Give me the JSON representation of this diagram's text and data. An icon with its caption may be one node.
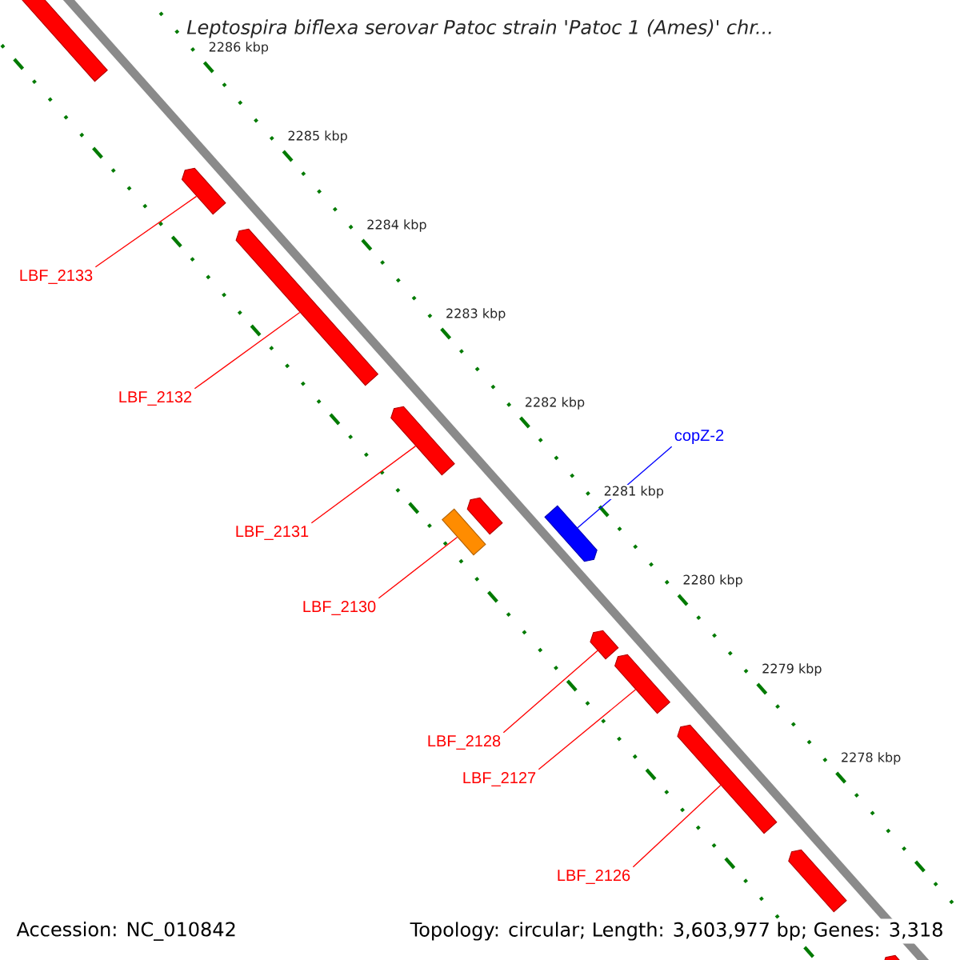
{
  "diagram": {
    "title": "Leptospira biflexa serovar Patoc strain 'Patoc 1 (Ames)' chr...",
    "nodes": [
      {
        "text": [
          "LBF_2133"
        ]
      },
      {
        "text": [],
        "shape": "bar"
      },
      {
        "text": [
          "LBF_2132"
        ]
      },
      {
        "text": [],
        "shape": "bar"
      },
      {
        "text": [
          "LBF_2131"
        ]
      },
      {
        "text": [],
        "shape": "bar"
      },
      {
        "text": [
          "LBF_2130"
        ]
      },
      {
        "text": [],
        "shape": "bar"
      },
      {
        "text": [
          "copZ-2"
        ]
      },
      {
        "text": [],
        "shape": "bar"
      },
      {
        "text": [
          "LBF_2128"
        ]
      },
      {
        "text": [],
        "shape": "bar"
      },
      {
        "text": [
          "LBF_2127"
        ]
      },
      {
        "text": [],
        "shape": "bar"
      },
      {
        "text": [
          "LBF_2126"
        ]
      },
      {
        "text": [],
        "shape": "bar"
      },
      {
        "text": [],
        "shape": "bar"
      },
      {
        "text": [],
        "shape": "bar"
      },
      {
        "text": [],
        "shape": "bar"
      },
      {
        "text": [],
        "shape": "bar"
      }
    ],
    "edges": [
      {
        "from": 0,
        "to": 1,
        "arrow": "none"
      },
      {
        "from": 2,
        "to": 3,
        "arrow": "none"
      },
      {
        "from": 4,
        "to": 5,
        "arrow": "none"
      },
      {
        "from": 6,
        "to": 7,
        "arrow": "none"
      },
      {
        "from": 8,
        "to": 9,
        "arrow": "none",
        "color": "#0000ff"
      },
      {
        "from": 10,
        "to": 11,
        "arrow": "none"
      },
      {
        "from": 12,
        "to": 13,
        "arrow": "none"
      },
      {
        "from": 14,
        "to": 15,
        "arrow": "none"
      }
    ],
    "labels": [
      "2286 kbp",
      "2285 kbp",
      "2284 kbp",
      "2283 kbp",
      "2282 kbp",
      "2281 kbp",
      "2280 kbp",
      "2279 kbp",
      "2278 kbp",
      "Accession: NC_010842",
      "Topology: circular; Length: 3,603,977 bp; Genes: 3,318"
    ]
  }
}
